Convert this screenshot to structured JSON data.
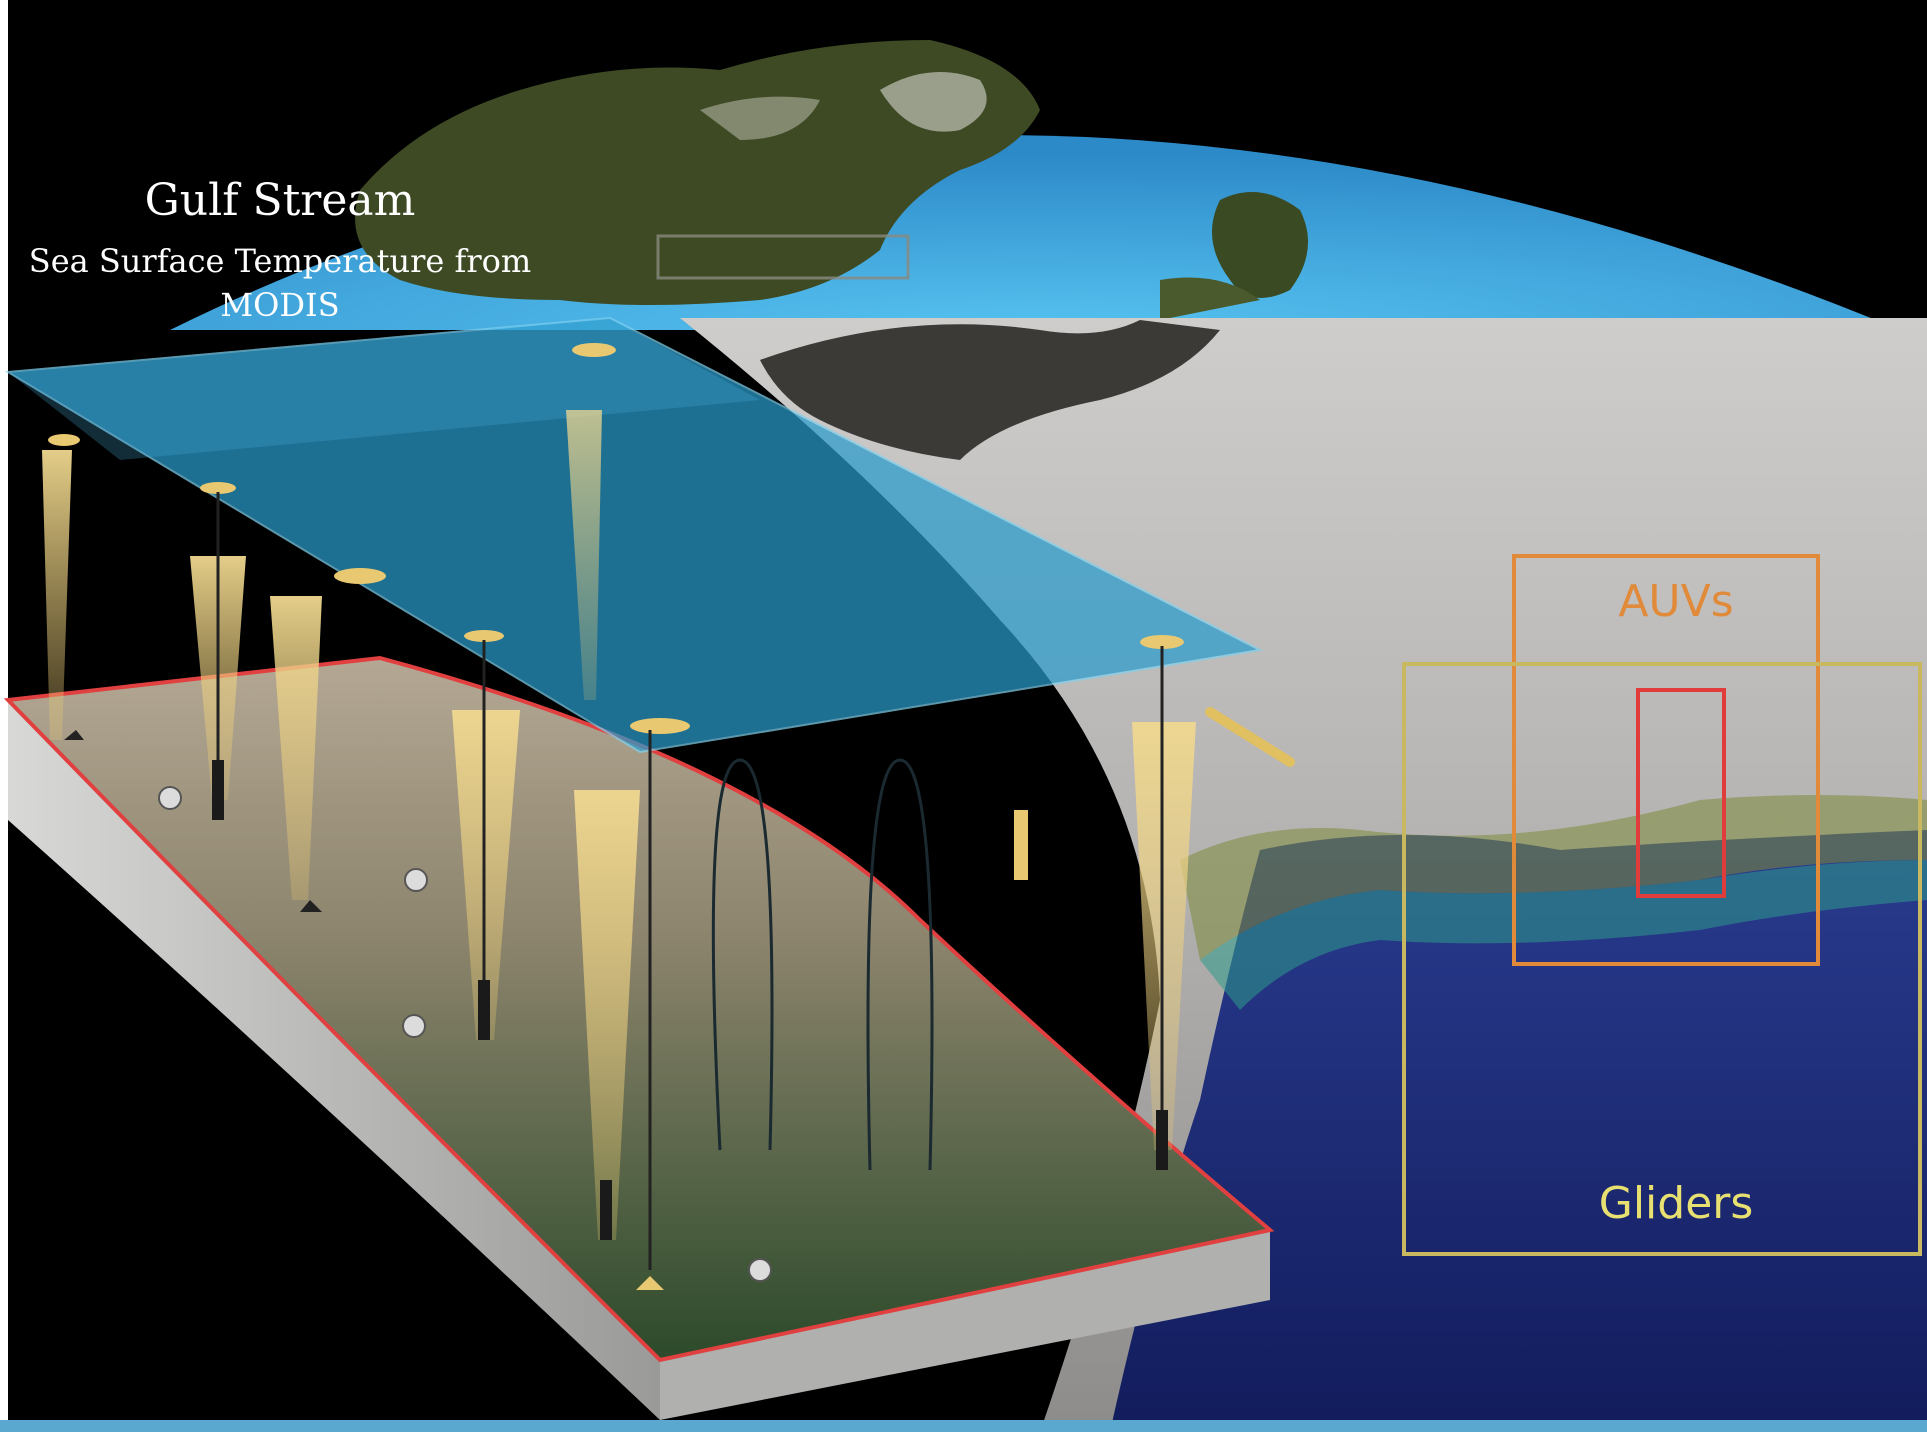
{
  "title": "Gulf Stream",
  "subtitle_line1": "Sea Surface Temperature from",
  "subtitle_line2": "MODIS",
  "labels": {
    "auvs": "AUVs",
    "gliders": "Gliders"
  },
  "colors": {
    "space": "#000000",
    "ocean_light": "#4fb3e8",
    "land_green": "#3d4a24",
    "bathymetry_grey": "#b7b5b3",
    "deep_ocean": "#1a2a78",
    "sst_overlay": "#2a9ccc",
    "slab_edge": "#e04040",
    "auvs_box": "#e08a3a",
    "gliders_box": "#c8b860",
    "red_box": "#e03c3c",
    "instrument_gold": "#e8c870"
  },
  "icons": [
    "mooring-buoy-icon",
    "glider-icon",
    "auv-icon",
    "tripod-icon",
    "numbered-marker-icon"
  ]
}
